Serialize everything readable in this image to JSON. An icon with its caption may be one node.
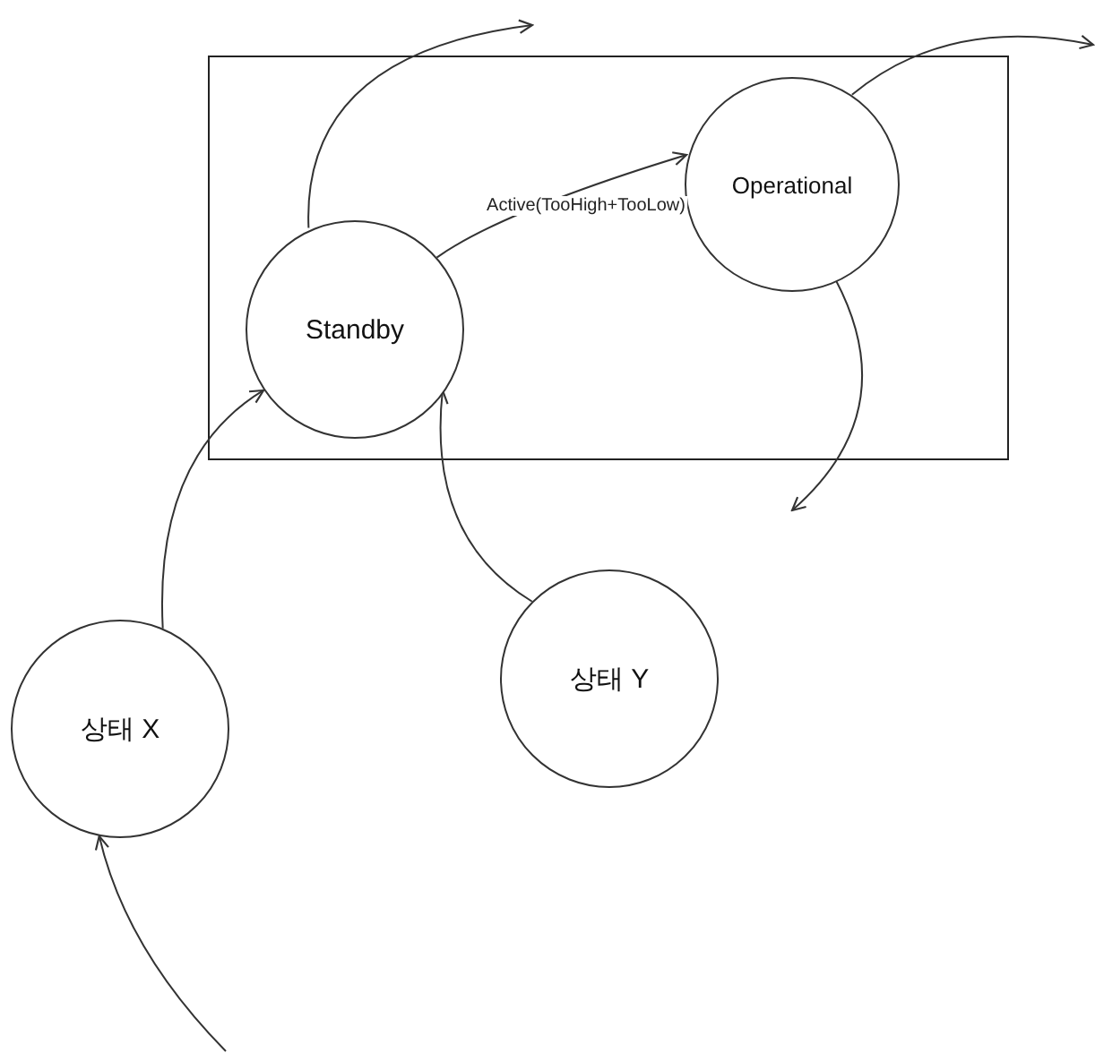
{
  "diagram": {
    "nodes": [
      {
        "text": [],
        "shape": "box"
      },
      {
        "text": [
          "Standby"
        ],
        "in": 0
      },
      {
        "text": [
          "Operational"
        ],
        "in": 0
      },
      {
        "text": [
          "상태 Y"
        ]
      },
      {
        "text": [
          "상태 X"
        ]
      }
    ],
    "edges": [
      {
        "from": 1,
        "to": null,
        "arrow": "to"
      },
      {
        "from": 1,
        "to": 2,
        "arrow": "to",
        "label": "Active(TooHigh+TooLow)"
      },
      {
        "from": 2,
        "to": null,
        "arrow": "to"
      },
      {
        "from": 2,
        "to": null,
        "arrow": "to"
      },
      {
        "from": 4,
        "to": 1,
        "arrow": "to"
      },
      {
        "from": 3,
        "to": 1,
        "arrow": "to"
      },
      {
        "from": null,
        "to": 4,
        "arrow": "to"
      }
    ]
  }
}
